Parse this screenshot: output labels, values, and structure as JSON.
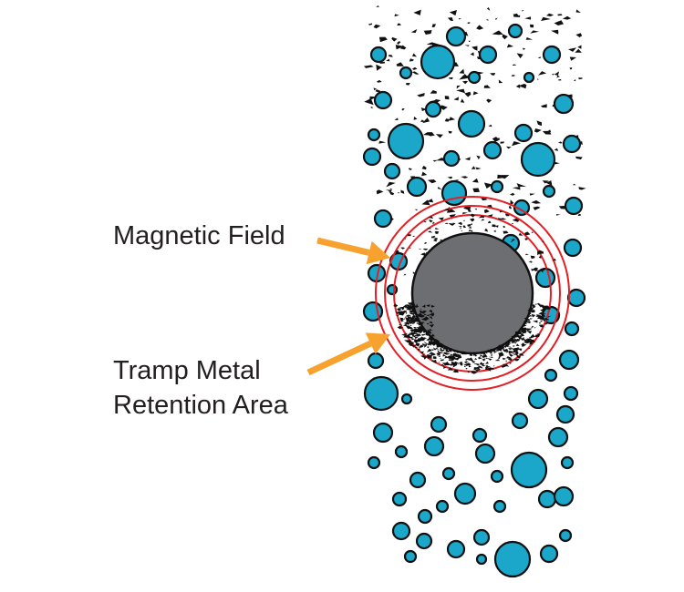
{
  "labels": {
    "magnetic_field": "Magnetic Field",
    "tramp_line1": "Tramp Metal",
    "tramp_line2": "Retention Area"
  },
  "colors": {
    "particle_fill": "#1aa7c9",
    "particle_stroke": "#111111",
    "magnet_fill": "#6d6e71",
    "field_ring": "#e31e24",
    "arrow": "#f7a12f",
    "debris": "#111111",
    "label_text": "#231f20"
  },
  "icons": {
    "particles": "blue-particle-circles",
    "debris": "tramp-metal-fragments",
    "magnet": "magnet-rod-cross-section",
    "field": "magnetic-field-rings",
    "arrows": "orange-pointer-arrows"
  }
}
